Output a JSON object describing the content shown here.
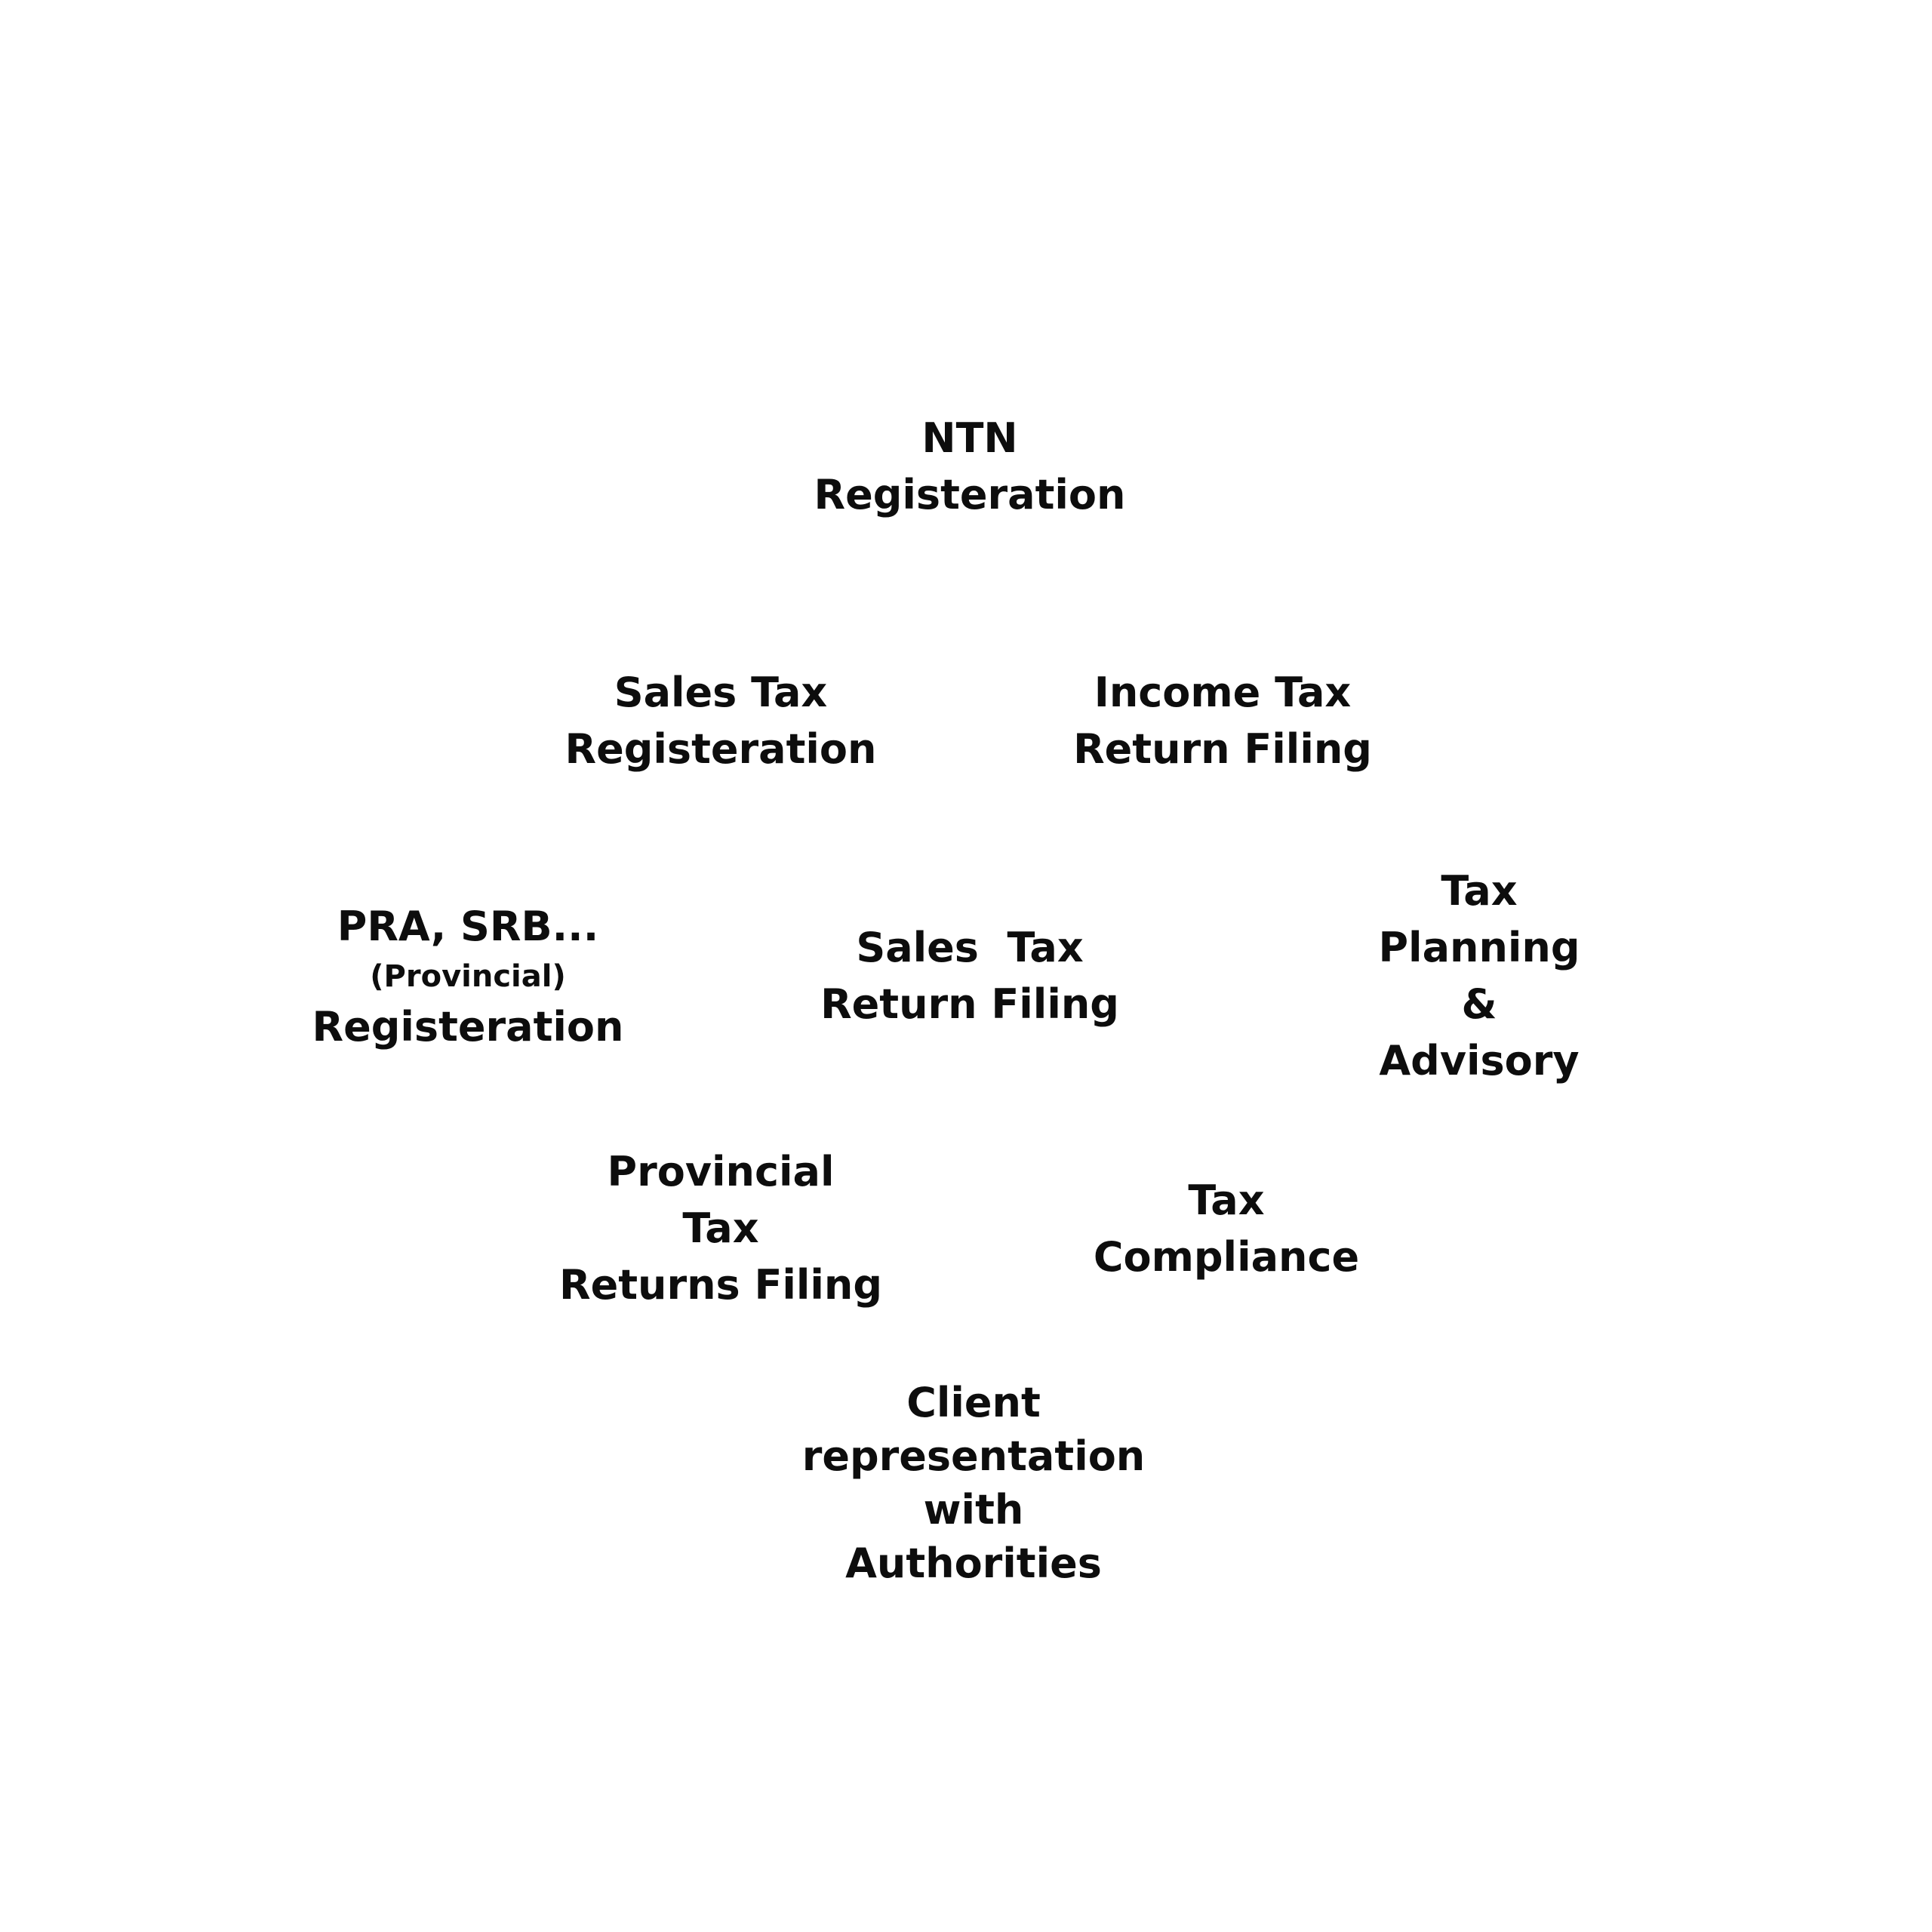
{
  "services": {
    "ntn_registration": [
      "NTN",
      "Registeration"
    ],
    "sales_tax_registration": [
      "Sales Tax",
      "Registeration"
    ],
    "income_tax_return_filing": [
      "Income Tax",
      "Return Filing"
    ],
    "provincial_registration": [
      "PRA, SRB...",
      "(Provincial)",
      "Registeration"
    ],
    "sales_tax_return_filing": [
      "Sales  Tax",
      "Return Filing"
    ],
    "tax_planning_advisory": [
      "Tax",
      "Planning",
      "&",
      "Advisory"
    ],
    "provincial_tax_returns_filing": [
      "Provincial",
      "Tax",
      "Returns Filing"
    ],
    "tax_compliance": [
      "Tax",
      "Compliance"
    ],
    "client_representation": [
      "Client",
      "representation",
      "with",
      "Authorities"
    ]
  },
  "colors": {
    "text": "#0d0d0d",
    "background": "#ffffff"
  }
}
